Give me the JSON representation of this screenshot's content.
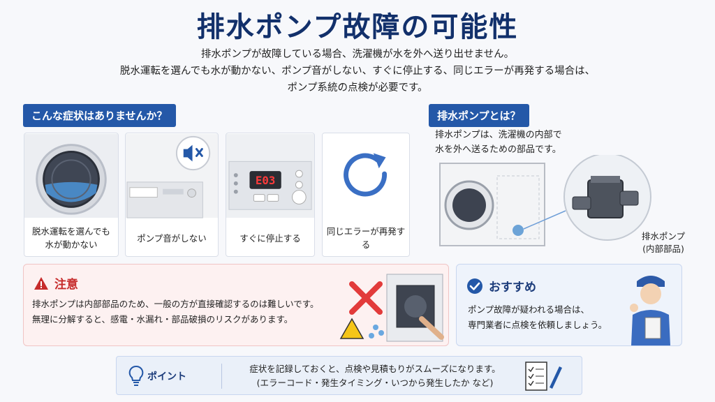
{
  "title": "排水ポンプ故障の可能性",
  "intro": {
    "line1": "排水ポンプが故障している場合、洗濯機が水を外へ送り出せません。",
    "line2": "脱水運転を選んでも水が動かない、ポンプ音がしない、すぐに停止する、同じエラーが再発する場合は、",
    "line3": "ポンプ系統の点検が必要です。"
  },
  "symptoms": {
    "heading": "こんな症状はありませんか？",
    "items": [
      {
        "line1": "脱水運転を選んでも",
        "line2": "水が動かない"
      },
      {
        "line1": "ポンプ音がしない"
      },
      {
        "line1": "すぐに停止する"
      },
      {
        "line1": "同じエラーが再発する"
      }
    ],
    "error_code": "E03"
  },
  "about": {
    "heading": "排水ポンプとは？",
    "line1": "排水ポンプは、洗濯機の内部で",
    "line2": "水を外へ送るための部品です。",
    "pump_label1": "排水ポンプ",
    "pump_label2": "(内部部品)"
  },
  "caution": {
    "heading": "注意",
    "line1": "排水ポンプは内部部品のため、一般の方が直接確認するのは難しいです。",
    "line2": "無理に分解すると、感電・水漏れ・部品破損のリスクがあります。"
  },
  "recommend": {
    "heading": "おすすめ",
    "line1": "ポンプ故障が疑われる場合は、",
    "line2": "専門業者に点検を依頼しましょう。"
  },
  "point": {
    "label": "ポイント",
    "line1": "症状を記録しておくと、点検や見積もりがスムーズになります。",
    "line2": "(エラーコード・発生タイミング・いつから発生したか など)"
  },
  "colors": {
    "navy": "#12306b",
    "accent_blue": "#2458a8",
    "caution_red": "#c62b2b",
    "recommend_bg": "#eef3fb"
  }
}
